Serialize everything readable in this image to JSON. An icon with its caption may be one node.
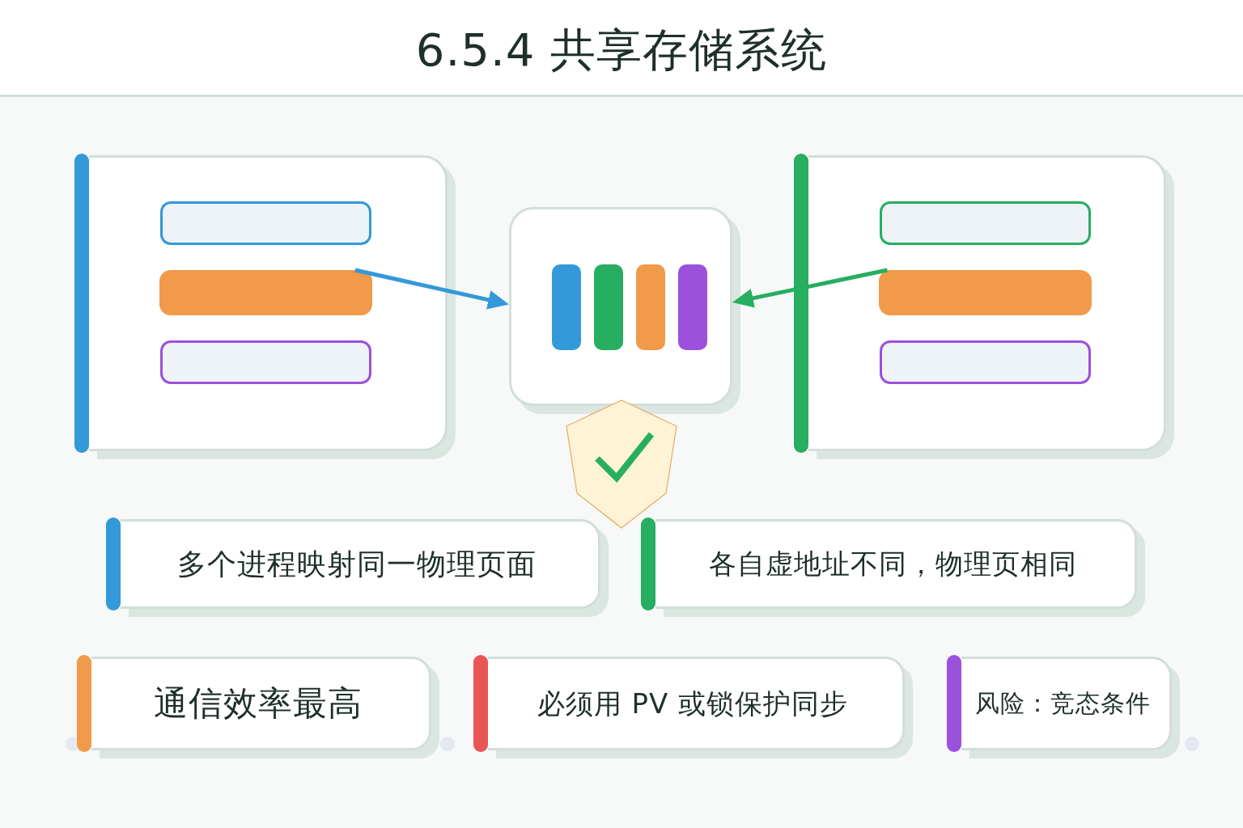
{
  "diagram": {
    "title": "6.5.4 共享存储系统",
    "nodes": [
      {
        "text": [],
        "shape": "box"
      },
      {
        "text": [],
        "shape": "bar",
        "in": 0
      },
      {
        "text": [],
        "shape": "bar",
        "in": 0
      },
      {
        "text": [],
        "shape": "bar",
        "in": 0
      },
      {
        "text": [],
        "shape": "box"
      },
      {
        "text": [],
        "shape": "box"
      },
      {
        "text": [],
        "shape": "bar",
        "in": 5
      },
      {
        "text": [],
        "shape": "bar",
        "in": 5
      },
      {
        "text": [],
        "shape": "bar",
        "in": 5
      },
      {
        "text": [
          "多个进程映射同一物理页面"
        ]
      },
      {
        "text": [
          "各自虚地址不同，物理页相同"
        ]
      },
      {
        "text": [
          "通信效率最高"
        ]
      },
      {
        "text": [
          "必须用 PV 或锁保护同步"
        ]
      },
      {
        "text": [
          "风险：竞态条件"
        ]
      }
    ],
    "edges": [
      {
        "from": 2,
        "to": 4,
        "arrow": "to",
        "color": "#3399d9"
      },
      {
        "from": 7,
        "to": 4,
        "arrow": "to",
        "color": "#27ae60"
      }
    ]
  }
}
